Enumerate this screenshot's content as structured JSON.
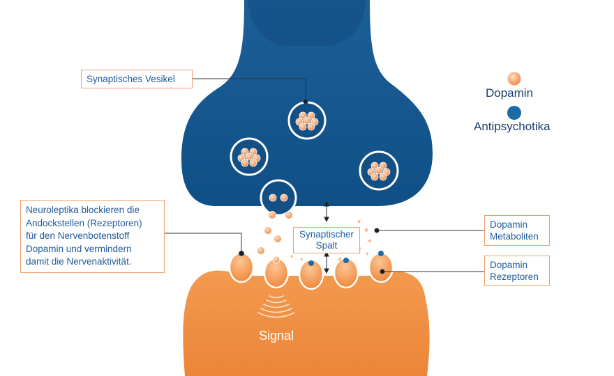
{
  "labels": {
    "vesicle": "Synaptisches Vesikel",
    "neuroleptics": [
      "Neuroleptika blockieren die",
      "Andockstellen (Rezeptoren)",
      "für den Nervenbotenstoff",
      "Dopamin und vermindern",
      "damit die Nervenaktivität."
    ],
    "cleft": [
      "Synaptischer",
      "Spalt"
    ],
    "metabolites": [
      "Dopamin",
      "Metaboliten"
    ],
    "receptors": [
      "Dopamin",
      "Rezeptoren"
    ],
    "signal": "Signal"
  },
  "legend": {
    "dopamine": "Dopamin",
    "antipsychotics": "Antipsychotika"
  },
  "colors": {
    "presynaptic": "#1a5e94",
    "presynaptic_dark": "#0f4878",
    "postsynaptic": "#f08a3c",
    "dopamine": "#f4a878",
    "antipsychotic": "#1d6aa5",
    "label_border": "#f0a06a",
    "label_text": "#1f5a99"
  },
  "icons": [
    "dopamine-icon",
    "antipsychotic-icon",
    "signal-wave-icon",
    "double-arrow-icon"
  ]
}
